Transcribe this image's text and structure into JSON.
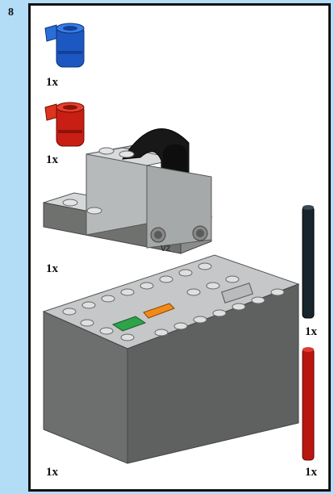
{
  "step": {
    "number": "8"
  },
  "parts": [
    {
      "name": "blue-pin-connector",
      "quantity": "1x",
      "color": "#1f5cc8"
    },
    {
      "name": "red-pin-connector",
      "quantity": "1x",
      "color": "#cc1d14"
    },
    {
      "name": "ir-receiver-v2",
      "quantity": "1x",
      "label": "V2",
      "color": "#a8abae"
    },
    {
      "name": "battery-box",
      "quantity": "1x",
      "color": "#6e706f"
    },
    {
      "name": "black-axle",
      "quantity": "1x",
      "color": "#16232b"
    },
    {
      "name": "red-axle",
      "quantity": "1x",
      "color": "#b8160e"
    }
  ]
}
